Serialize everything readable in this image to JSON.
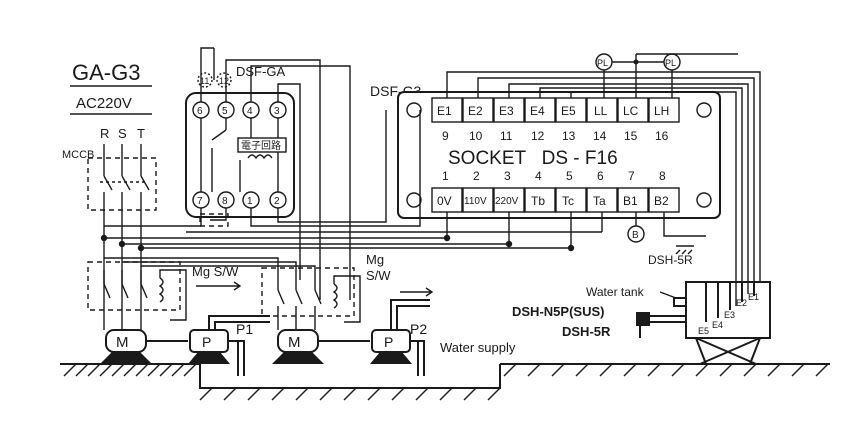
{
  "labels": {
    "model": "GA-G3",
    "voltage": "AC220V",
    "rst": [
      "R",
      "S",
      "T"
    ],
    "mccb": "MCCB",
    "relay_name": "DSF-GA",
    "relay_top_pins": [
      "6",
      "5",
      "4",
      "3"
    ],
    "relay_bottom_pins": [
      "7",
      "8",
      "1",
      "2"
    ],
    "relay_extra_pins": [
      "11",
      "12"
    ],
    "relay_circuit": "電子回路",
    "socket_name": "DSF-G3",
    "socket_top_terms": [
      "E1",
      "E2",
      "E3",
      "E4",
      "E5",
      "LL",
      "LC",
      "LH"
    ],
    "socket_top_nums": [
      "9",
      "10",
      "11",
      "12",
      "13",
      "14",
      "15",
      "16"
    ],
    "socket_title": "SOCKET   DS - F16",
    "socket_bottom_nums": [
      "1",
      "2",
      "3",
      "4",
      "5",
      "6",
      "7",
      "8"
    ],
    "socket_bottom_terms": [
      "0V",
      "110V",
      "220V",
      "Tb",
      "Tc",
      "Ta",
      "B1",
      "B2"
    ],
    "pl": "PL",
    "b": "B",
    "dsh5r_top": "DSH-5R",
    "water_tank": "Water tank",
    "electrode_model": "DSH-N5P(SUS)",
    "holder_model": "DSH-5R",
    "electrodes": [
      "E1",
      "E2",
      "E3",
      "E4",
      "E5"
    ],
    "mg_sw_1": "Mg S/W",
    "mg_sw_2a": "Mg",
    "mg_sw_2b": "S/W",
    "motor": "M",
    "pump": "P",
    "p1": "P1",
    "p2": "P2",
    "water_supply": "Water supply"
  }
}
